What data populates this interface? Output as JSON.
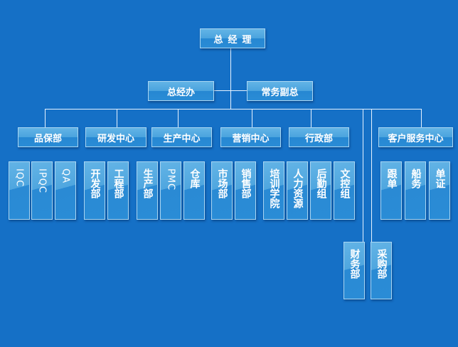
{
  "ceo": "总经理",
  "gm_office": "总经办",
  "deputy_gm": "常务副总",
  "departments": [
    {
      "label": "品保部",
      "children": [
        "IQC",
        "IPQC",
        "QA"
      ]
    },
    {
      "label": "研发中心",
      "children": [
        "开发部",
        "工程部"
      ]
    },
    {
      "label": "生产中心",
      "children": [
        "生产部",
        "PMC",
        "仓库"
      ]
    },
    {
      "label": "营销中心",
      "children": [
        "市场部",
        "销售部"
      ]
    },
    {
      "label": "行政部",
      "children": [
        "培训学院",
        "人力资源",
        "后勤组",
        "文控组"
      ]
    },
    {
      "label": "客户服务中心",
      "children": [
        "跟单",
        "船务",
        "单证"
      ]
    }
  ],
  "direct_units": [
    "财务部",
    "采购部"
  ]
}
